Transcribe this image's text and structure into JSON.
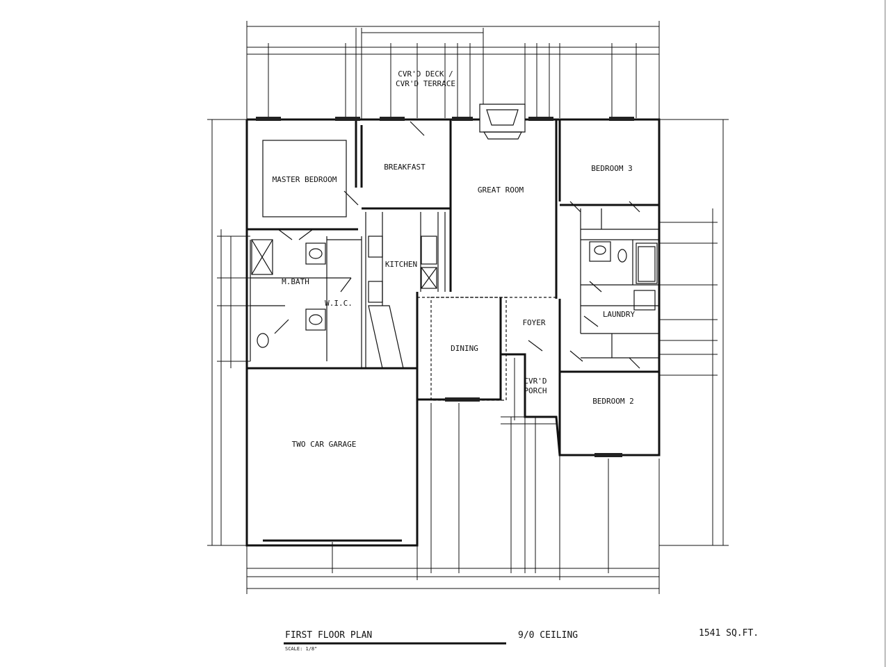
{
  "rooms": {
    "porch_terrace_l1": "CVR'D DECK /",
    "porch_terrace_l2": "CVR'D TERRACE",
    "master_bedroom": "MASTER BEDROOM",
    "breakfast": "BREAKFAST",
    "great_room": "GREAT ROOM",
    "bedroom3": "BEDROOM 3",
    "kitchen": "KITCHEN",
    "m_bath": "M.BATH",
    "wic": "W.I.C.",
    "dining": "DINING",
    "foyer": "FOYER",
    "laundry": "LAUNDRY",
    "porch_l1": "CVR'D",
    "porch_l2": "PORCH",
    "bedroom2": "BEDROOM 2",
    "garage": "TWO CAR GARAGE"
  },
  "footer": {
    "plan_title": "FIRST FLOOR PLAN",
    "scale": "SCALE: 1/8\"",
    "ceiling": "9/0 CEILING",
    "area": "1541 SQ.FT."
  }
}
